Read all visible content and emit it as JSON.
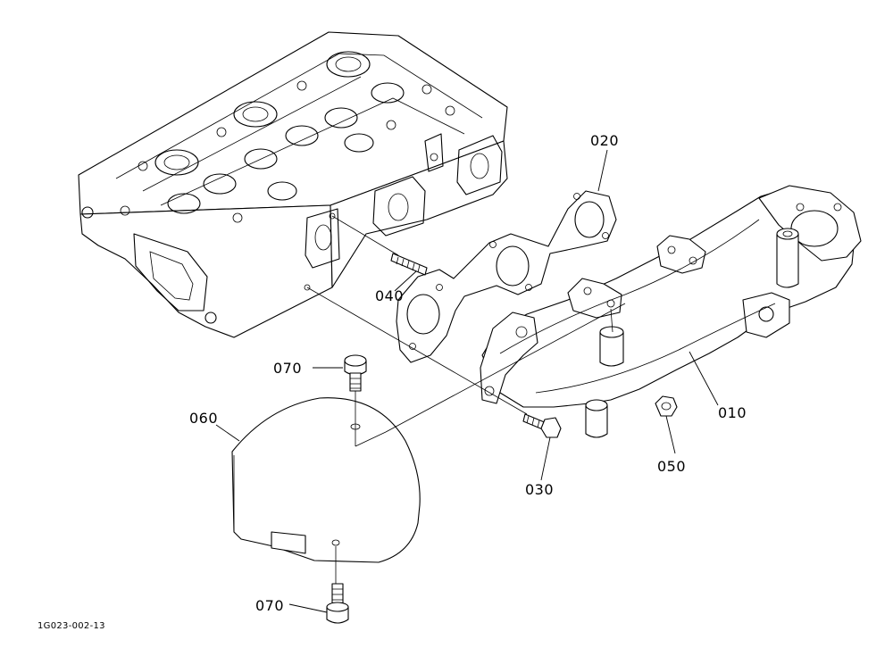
{
  "diagram": {
    "reference_code": "1G023-002-13",
    "parts": [
      {
        "id": "010",
        "label": "010"
      },
      {
        "id": "020",
        "label": "020"
      },
      {
        "id": "030",
        "label": "030"
      },
      {
        "id": "040",
        "label": "040"
      },
      {
        "id": "050",
        "label": "050"
      },
      {
        "id": "060",
        "label": "060"
      },
      {
        "id": "070a",
        "label": "070"
      },
      {
        "id": "070b",
        "label": "070"
      }
    ]
  }
}
